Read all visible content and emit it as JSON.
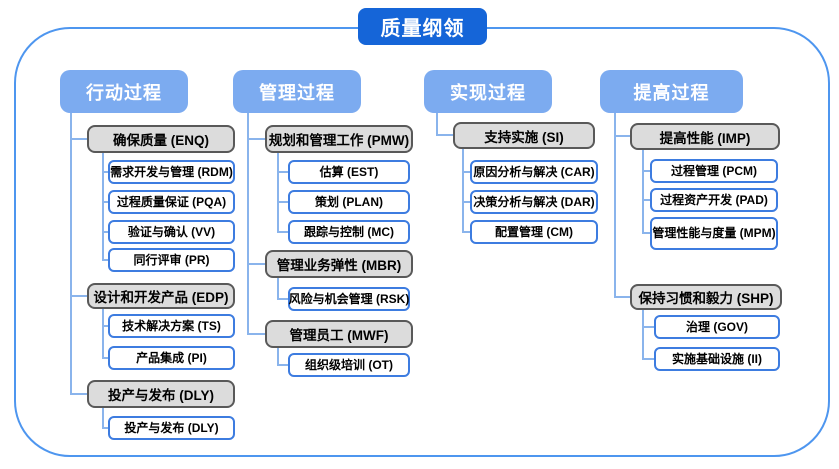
{
  "title": "质量纲领",
  "colors": {
    "title_bg": "#1565d8",
    "header_bg": "#7cabf0",
    "frame_border": "#4e96ef",
    "connector": "#8ab4ec",
    "group_bg": "#dcdcdc",
    "group_border": "#595959",
    "leaf_border": "#3d7ce0"
  },
  "columns": [
    {
      "header": "行动过程",
      "groups": [
        {
          "label": "确保质量 (ENQ)",
          "children": [
            "需求开发与管理 (RDM)",
            "过程质量保证 (PQA)",
            "验证与确认 (VV)",
            "同行评审 (PR)"
          ]
        },
        {
          "label": "设计和开发产品 (EDP)",
          "children": [
            "技术解决方案 (TS)",
            "产品集成 (PI)"
          ]
        },
        {
          "label": "投产与发布 (DLY)",
          "children": [
            "投产与发布 (DLY)"
          ]
        }
      ]
    },
    {
      "header": "管理过程",
      "groups": [
        {
          "label": "规划和管理工作 (PMW)",
          "children": [
            "估算 (EST)",
            "策划 (PLAN)",
            "跟踪与控制 (MC)"
          ]
        },
        {
          "label": "管理业务弹性 (MBR)",
          "children": [
            "风险与机会管理 (RSK)"
          ]
        },
        {
          "label": "管理员工 (MWF)",
          "children": [
            "组织级培训 (OT)"
          ]
        }
      ]
    },
    {
      "header": "实现过程",
      "groups": [
        {
          "label": "支持实施 (SI)",
          "children": [
            "原因分析与解决 (CAR)",
            "决策分析与解决 (DAR)",
            "配置管理 (CM)"
          ]
        }
      ]
    },
    {
      "header": "提高过程",
      "groups": [
        {
          "label": "提高性能 (IMP)",
          "children": [
            "过程管理 (PCM)",
            "过程资产开发 (PAD)",
            "管理性能与度量 (MPM)"
          ]
        },
        {
          "label": "保持习惯和毅力 (SHP)",
          "children": [
            "治理 (GOV)",
            "实施基础设施 (II)"
          ]
        }
      ]
    }
  ]
}
